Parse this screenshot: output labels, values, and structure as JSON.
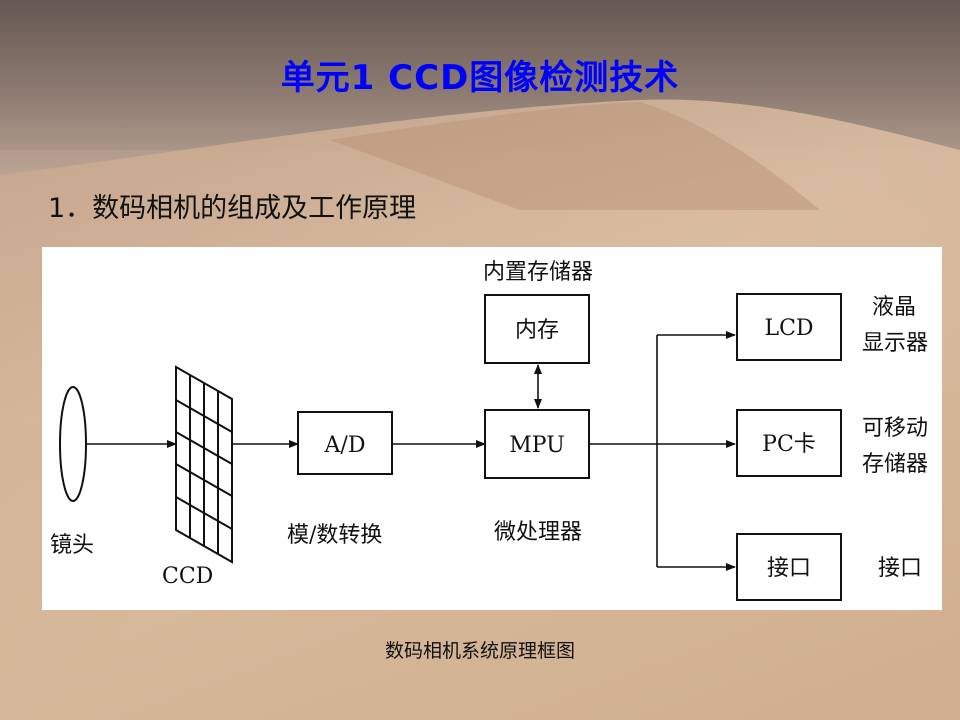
{
  "slide": {
    "title": "单元1 CCD图像检测技术",
    "subtitle": "1．数码相机的组成及工作原理",
    "caption": "数码相机系统原理框图"
  },
  "diagram": {
    "lens_label": "镜头",
    "ccd_label": "CCD",
    "ad_box": "A/D",
    "ad_label": "模/数转换",
    "mpu_box": "MPU",
    "mpu_label": "微处理器",
    "memory_box": "内存",
    "memory_label": "内置存储器",
    "lcd_box": "LCD",
    "lcd_label_1": "液晶",
    "lcd_label_2": "显示器",
    "pc_box": "PC卡",
    "pc_label_1": "可移动",
    "pc_label_2": "存储器",
    "port_box": "接口",
    "port_label": "接口"
  }
}
